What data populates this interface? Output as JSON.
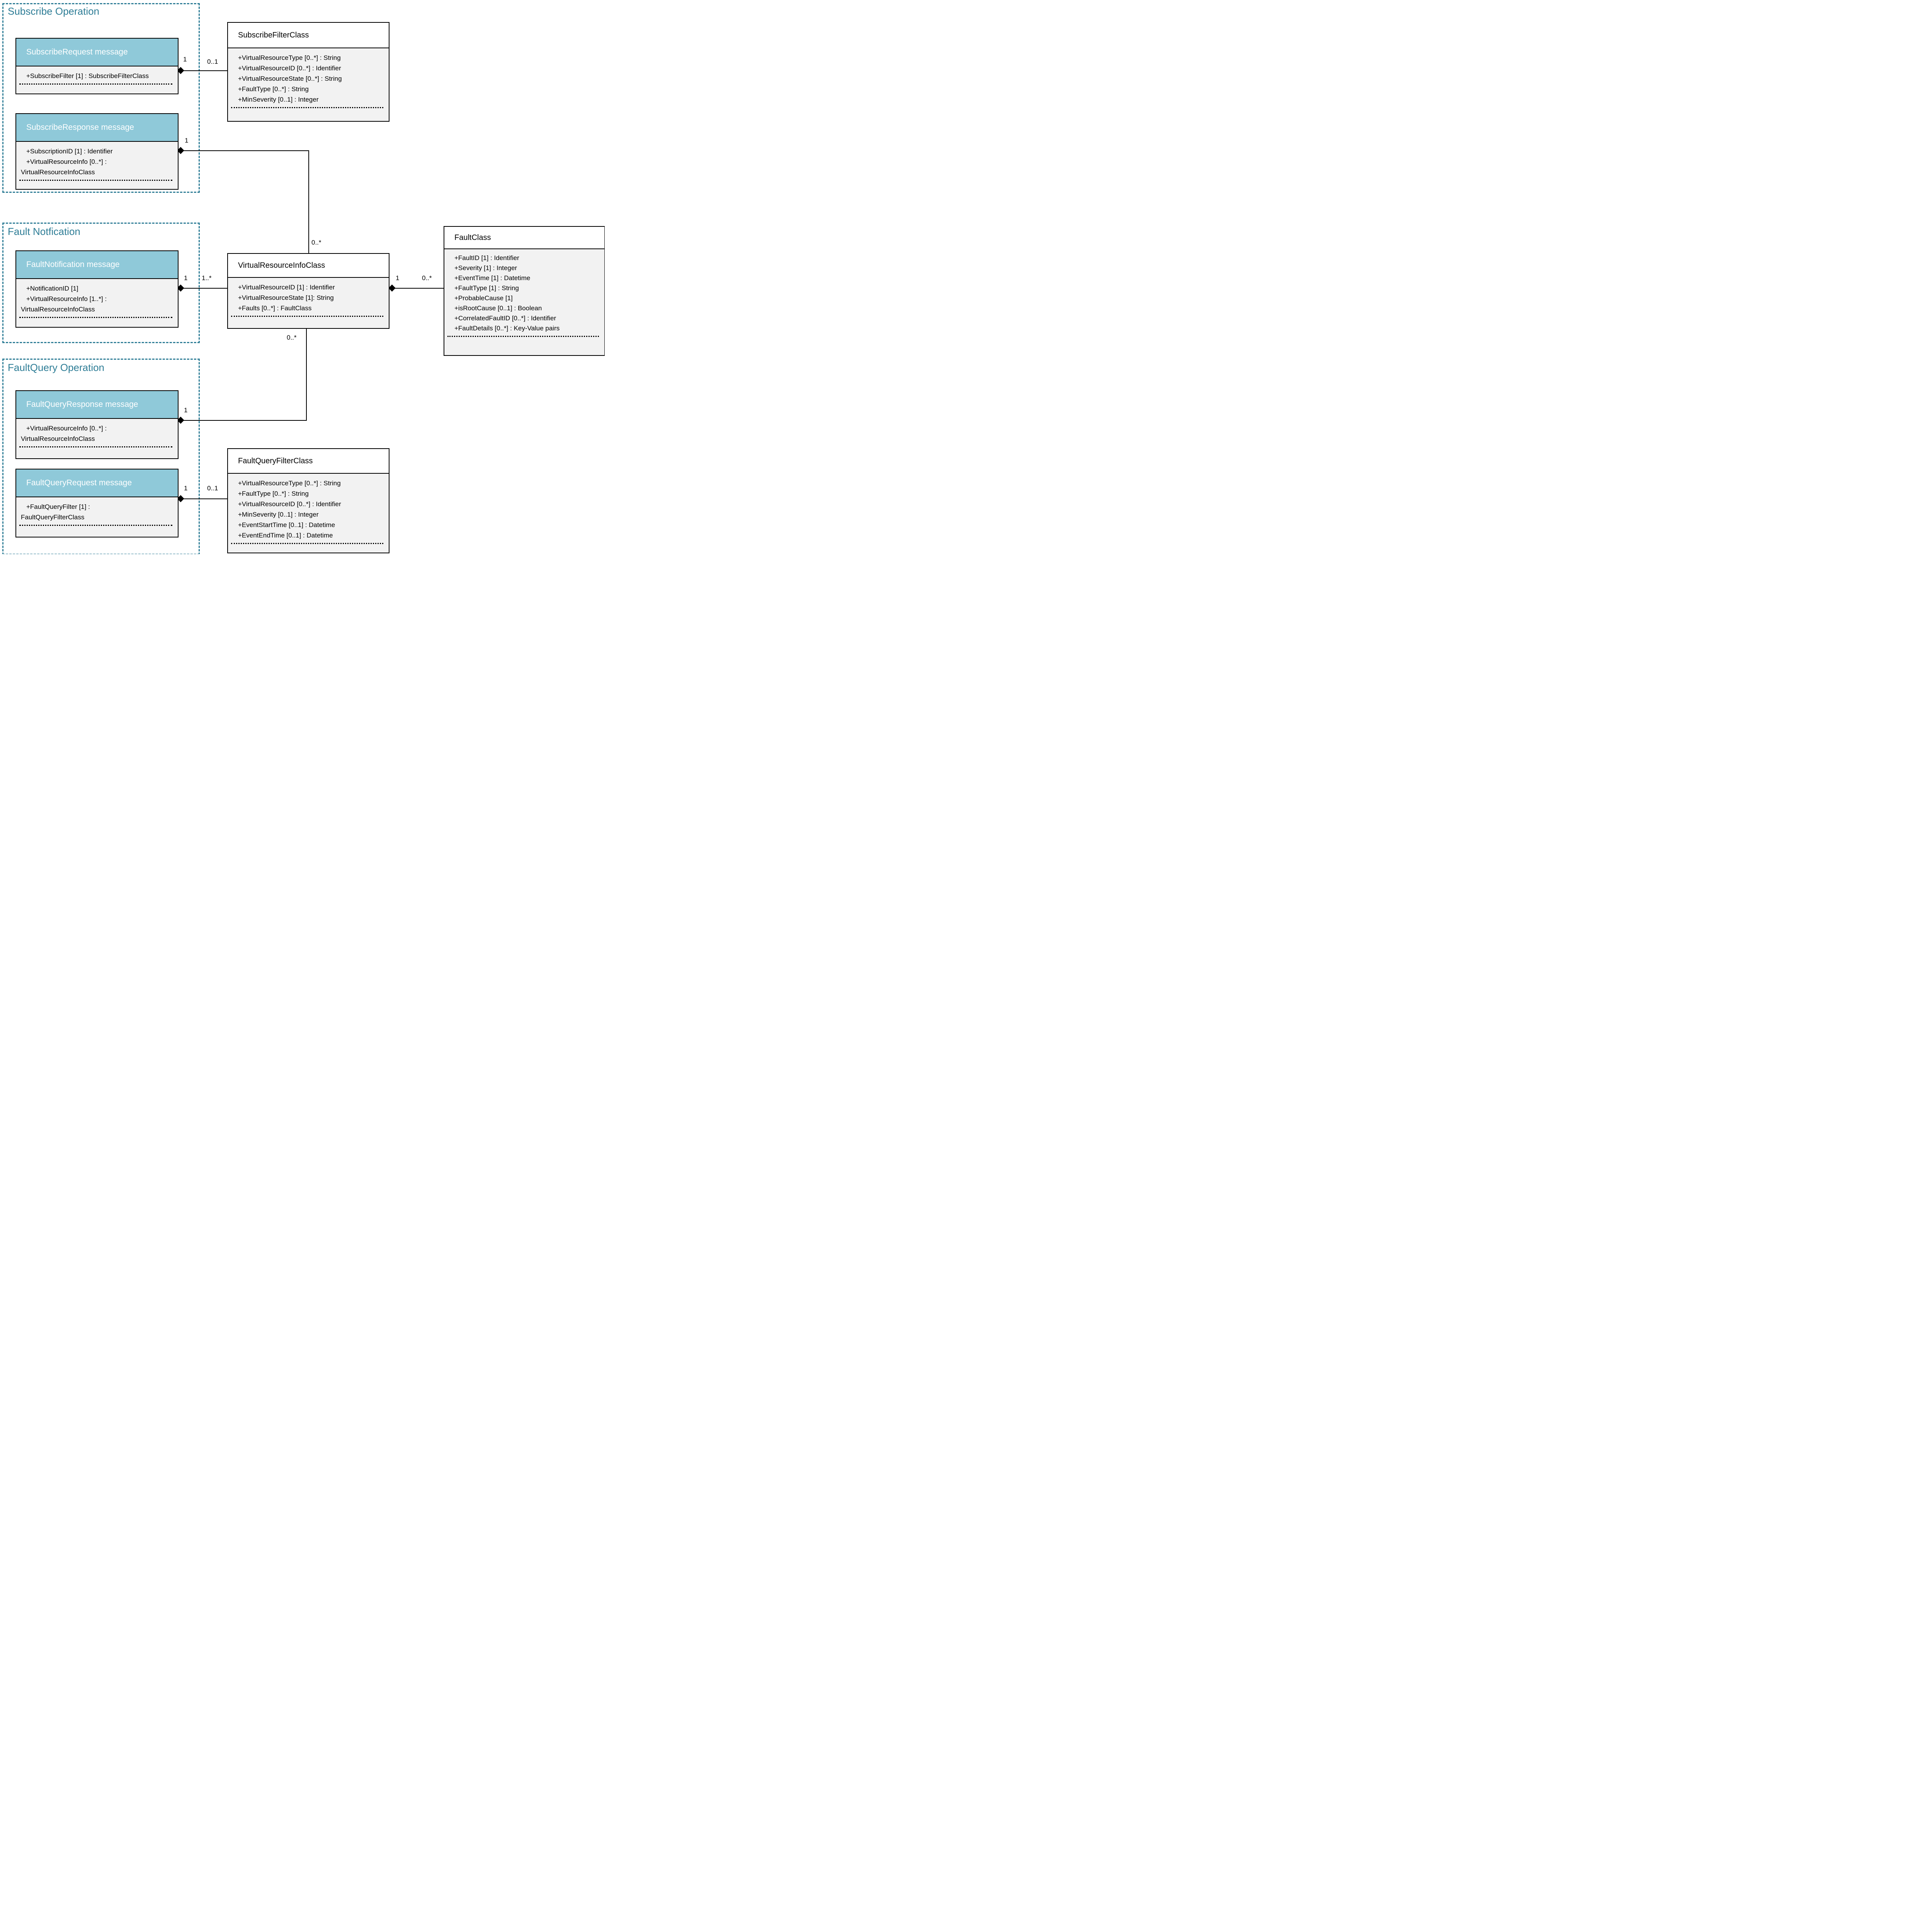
{
  "groups": {
    "subscribe": {
      "title": "Subscribe Operation"
    },
    "faultNotification": {
      "title": "Fault Notfication"
    },
    "faultQuery": {
      "title": "FaultQuery Operation"
    }
  },
  "messages": {
    "subscribeRequest": {
      "title": "SubscribeRequest message",
      "attributes": [
        "+SubscribeFilter [1] : SubscribeFilterClass"
      ]
    },
    "subscribeResponse": {
      "title": "SubscribeResponse message",
      "attributes": [
        "+SubscriptionID [1] : Identifier",
        "+VirtualResourceInfo [0..*] :",
        "VirtualResourceInfoClass"
      ]
    },
    "faultNotification": {
      "title": "FaultNotification message",
      "attributes": [
        "+NotificationID [1]",
        "+VirtualResourceInfo [1..*] :",
        "VirtualResourceInfoClass"
      ]
    },
    "faultQueryResponse": {
      "title": "FaultQueryResponse message",
      "attributes": [
        "+VirtualResourceInfo [0..*] :",
        "VirtualResourceInfoClass"
      ]
    },
    "faultQueryRequest": {
      "title": "FaultQueryRequest message",
      "attributes": [
        "+FaultQueryFilter [1] :",
        "FaultQueryFilterClass"
      ]
    }
  },
  "classes": {
    "subscribeFilterClass": {
      "title": "SubscribeFilterClass",
      "attributes": [
        "+VirtualResourceType [0..*] : String",
        "+VirtualResourceID [0..*] : Identifier",
        "+VirtualResourceState [0..*] : String",
        "+FaultType [0..*] : String",
        "+MinSeverity [0..1] : Integer"
      ]
    },
    "virtualResourceInfoClass": {
      "title": "VirtualResourceInfoClass",
      "attributes": [
        "+VirtualResourceID [1] : Identifier",
        "+VirtualResourceState [1]: String",
        "+Faults [0..*] : FaultClass"
      ]
    },
    "faultClass": {
      "title": "FaultClass",
      "attributes": [
        "+FaultID [1] : Identifier",
        "+Severity [1] : Integer",
        "+EventTime [1] : Datetime",
        "+FaultType [1] : String",
        "+ProbableCause [1]",
        "+isRootCause [0..1] : Boolean",
        "+CorrelatedFaultID [0..*] : Identifier",
        "+FaultDetails [0..*] : Key-Value pairs"
      ]
    },
    "faultQueryFilterClass": {
      "title": "FaultQueryFilterClass",
      "attributes": [
        "+VirtualResourceType [0..*] : String",
        "+FaultType [0..*] : String",
        "+VirtualResourceID [0..*] : Identifier",
        "+MinSeverity [0..1] : Integer",
        "+EventStartTime [0..1] : Datetime",
        "+EventEndTime [0..1] : Datetime"
      ]
    }
  },
  "connectors": {
    "subscribeRequestToFilter": {
      "sourceMultiplicity": "1",
      "targetMultiplicity": "0..1"
    },
    "subscribeResponseToVri": {
      "sourceMultiplicity": "1",
      "targetMultiplicity": "0..*"
    },
    "faultNotificationToVri": {
      "sourceMultiplicity": "1",
      "targetMultiplicity": "1..*"
    },
    "vriToFaultClass": {
      "sourceMultiplicity": "1",
      "targetMultiplicity": "0..*"
    },
    "faultQueryResponseToVri": {
      "sourceMultiplicity": "1",
      "targetMultiplicity": "0..*"
    },
    "faultQueryRequestToFilter": {
      "sourceMultiplicity": "1",
      "targetMultiplicity": "0..1"
    }
  },
  "colors": {
    "accent_teal": "#2E7D96",
    "message_header_fill": "#8FC9D9",
    "body_fill": "#F2F2F2",
    "line": "#000000"
  }
}
